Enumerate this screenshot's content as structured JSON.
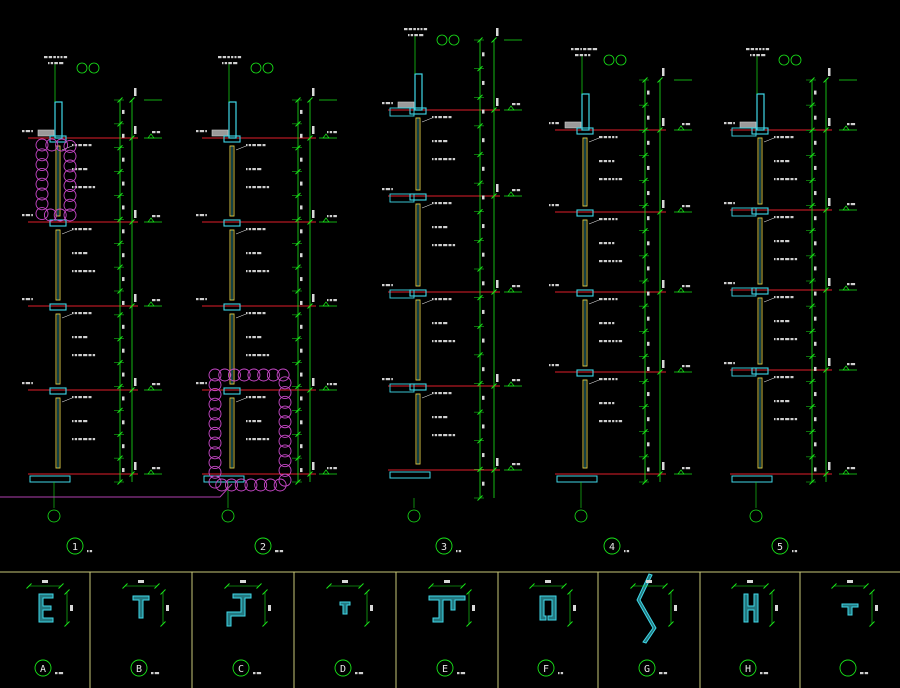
{
  "colors": {
    "background": "#000000",
    "wall": "#3fd8e8",
    "dim": "#19e619",
    "level": "#e01e2a",
    "glass": "#e8d34a",
    "text": "#e8e8e8",
    "cloud": "#c848c8",
    "leader": "#ffffff",
    "frame": "#c8c878",
    "pline": "#b040b0"
  },
  "sections": [
    {
      "mark": "1"
    },
    {
      "mark": "2"
    },
    {
      "mark": "3"
    },
    {
      "mark": "4"
    },
    {
      "mark": "5"
    }
  ],
  "details": [
    {
      "mark": "A",
      "shape": "c-profile"
    },
    {
      "mark": "B",
      "shape": "t-profile"
    },
    {
      "mark": "C",
      "shape": "z-profile"
    },
    {
      "mark": "D",
      "shape": "small-t"
    },
    {
      "mark": "E",
      "shape": "hat-profile"
    },
    {
      "mark": "F",
      "shape": "box-profile"
    },
    {
      "mark": "G",
      "shape": "zigzag-panel"
    },
    {
      "mark": "H",
      "shape": "h-profile"
    },
    {
      "mark": "",
      "shape": "t-cap"
    }
  ]
}
